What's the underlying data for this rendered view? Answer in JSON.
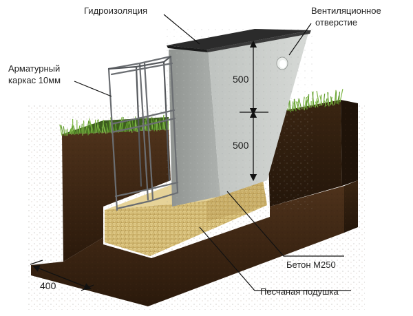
{
  "labels": {
    "waterproofing": "Гидроизоляция",
    "vent_line1": "Вентиляционное",
    "vent_line2": "отверстие",
    "rebar_line1": "Арматурный",
    "rebar_line2": "каркас 10мм",
    "concrete": "Бетон М250",
    "sand": "Песчаная подушка"
  },
  "dimensions": {
    "upper_height": "500",
    "lower_height": "500",
    "width": "400"
  },
  "colors": {
    "soil_dark": "#2e1d0f",
    "soil_mid": "#4a3019",
    "soil_light": "#5e3d20",
    "grass": "#5f9a2c",
    "concrete": "#c9ccc9",
    "concrete_shade": "#9a9e9b",
    "sand": "#d8c07a",
    "sand_shade": "#b89a55",
    "rebar": "#6b6e72",
    "cap": "#2b2b2b"
  }
}
